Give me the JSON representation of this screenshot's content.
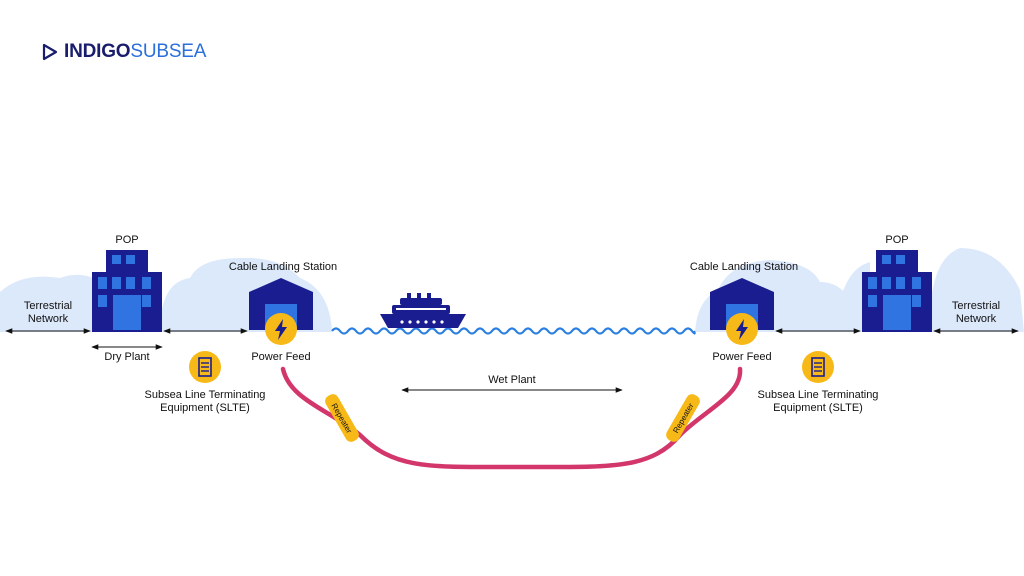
{
  "brand": {
    "name_part1": "INDIGO",
    "name_part2": "SUBSEA"
  },
  "labels": {
    "pop_left": "POP",
    "pop_right": "POP",
    "terrestrial_left_1": "Terrestrial",
    "terrestrial_left_2": "Network",
    "terrestrial_right_1": "Terrestrial",
    "terrestrial_right_2": "Network",
    "cls_left": "Cable Landing Station",
    "cls_right": "Cable Landing Station",
    "power_feed_left": "Power Feed",
    "power_feed_right": "Power Feed",
    "dry_plant": "Dry Plant",
    "wet_plant": "Wet Plant",
    "slte_left_1": "Subsea Line Terminating",
    "slte_left_2": "Equipment (SLTE)",
    "slte_right_1": "Subsea Line Terminating",
    "slte_right_2": "Equipment (SLTE)",
    "repeater_left": "Repeater",
    "repeater_right": "Repeater"
  },
  "colors": {
    "navy": "#1a1d8f",
    "building_window": "#2f74e0",
    "cloud": "#dce9fb",
    "water": "#2a7fe0",
    "cable": "#d2366a",
    "badge_yellow": "#f7b917",
    "brand_dark": "#1a1d6b",
    "brand_blue": "#2a6fdb"
  },
  "icons": [
    "logo-play-icon",
    "ship-icon",
    "lightning-bolt-icon",
    "slte-rack-icon",
    "pop-building-icon",
    "cable-landing-station-icon"
  ]
}
